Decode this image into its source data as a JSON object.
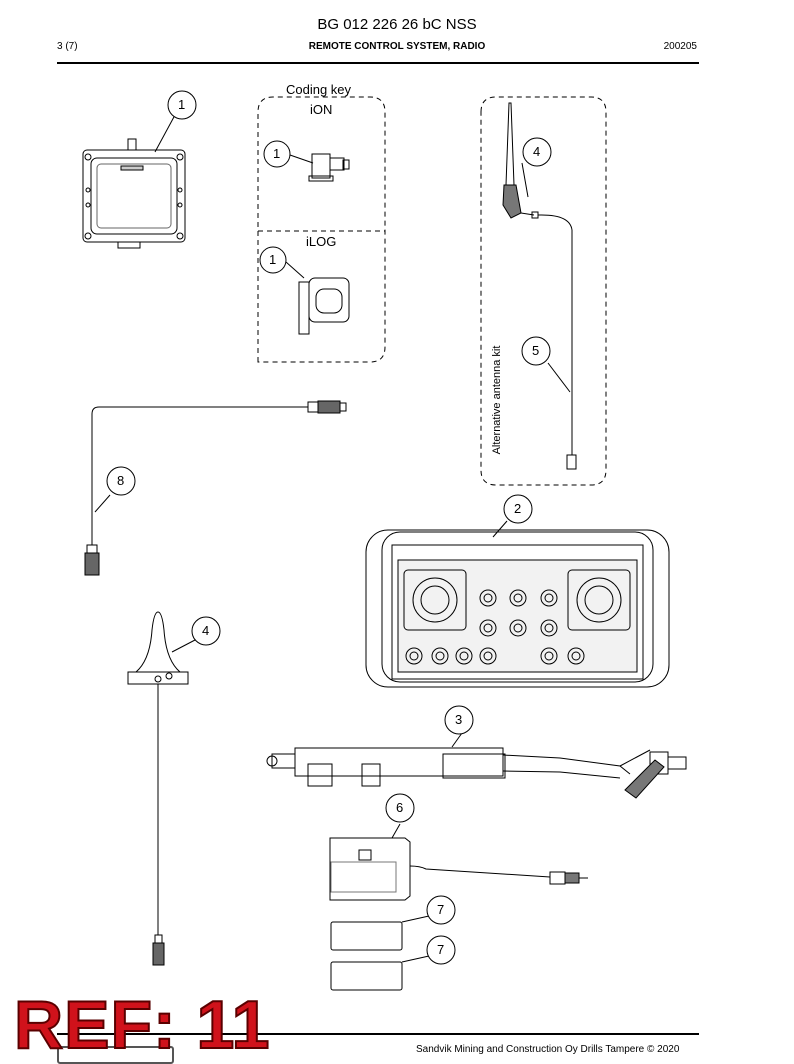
{
  "header": {
    "doc_number": "BG 012 226 26 bC NSS",
    "page": "3 (7)",
    "section_title": "REMOTE CONTROL SYSTEM, RADIO",
    "date": "200205"
  },
  "figure": {
    "coding_key_title": "Coding key",
    "ion_label": "iON",
    "ilog_label": "iLOG",
    "alt_antenna_label": "Alternative antenna kit",
    "callouts": [
      "1",
      "1",
      "1",
      "4",
      "5",
      "8",
      "2",
      "4",
      "3",
      "6",
      "7",
      "7"
    ]
  },
  "stamp": {
    "text": "REF: 11"
  },
  "footer": {
    "copyright": "Sandvik Mining and Construction Oy Drills Tampere © 2020"
  }
}
